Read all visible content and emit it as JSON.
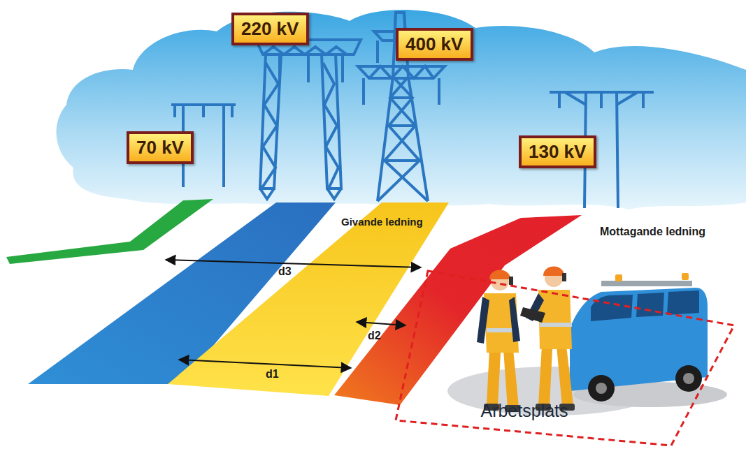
{
  "diagram": {
    "nodes": [
      {
        "text": [
          "220 kV"
        ]
      },
      {
        "text": [
          "400 kV"
        ]
      },
      {
        "text": [
          "70 kV"
        ]
      },
      {
        "text": [
          "130 kV"
        ]
      },
      {
        "text": [
          "Arbetsplats"
        ]
      }
    ],
    "labels": [
      "Givande ledning",
      "Mottagande ledning",
      "d3",
      "d2",
      "d1"
    ]
  }
}
